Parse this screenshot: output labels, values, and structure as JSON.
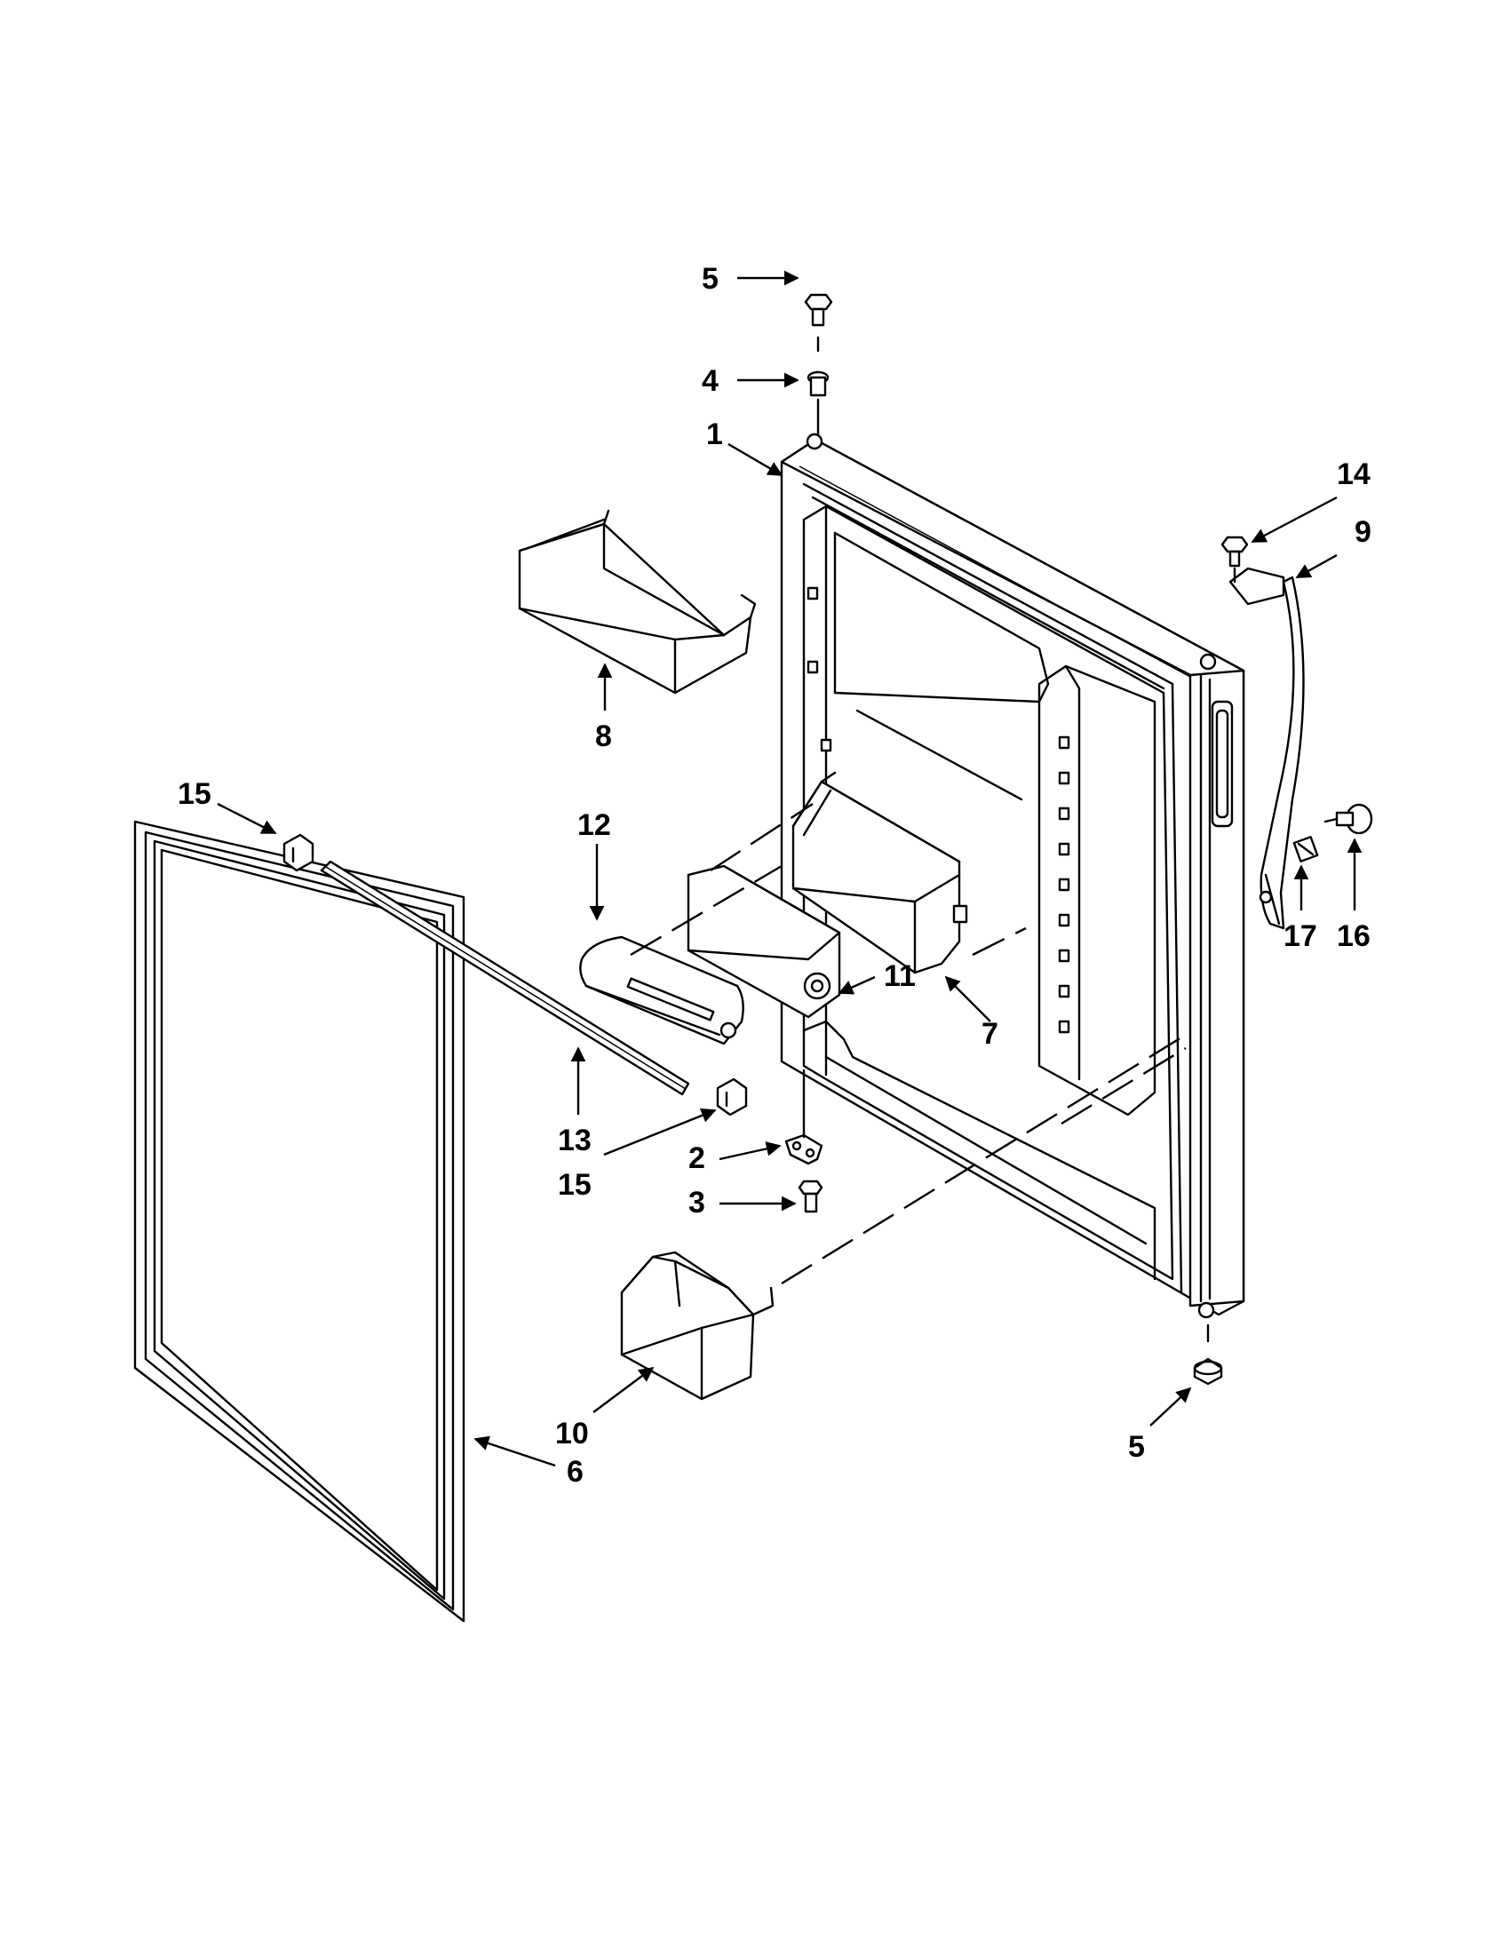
{
  "callouts": [
    {
      "id": "c5-top",
      "text": "5"
    },
    {
      "id": "c4",
      "text": "4"
    },
    {
      "id": "c1",
      "text": "1"
    },
    {
      "id": "c14",
      "text": "14"
    },
    {
      "id": "c9",
      "text": "9"
    },
    {
      "id": "c8",
      "text": "8"
    },
    {
      "id": "c15-top",
      "text": "15"
    },
    {
      "id": "c12",
      "text": "12"
    },
    {
      "id": "c17",
      "text": "17"
    },
    {
      "id": "c16",
      "text": "16"
    },
    {
      "id": "c11",
      "text": "11"
    },
    {
      "id": "c7",
      "text": "7"
    },
    {
      "id": "c13",
      "text": "13"
    },
    {
      "id": "c15-bottom",
      "text": "15"
    },
    {
      "id": "c2",
      "text": "2"
    },
    {
      "id": "c3",
      "text": "3"
    },
    {
      "id": "c10",
      "text": "10"
    },
    {
      "id": "c6",
      "text": "6"
    },
    {
      "id": "c5-bottom",
      "text": "5"
    }
  ]
}
